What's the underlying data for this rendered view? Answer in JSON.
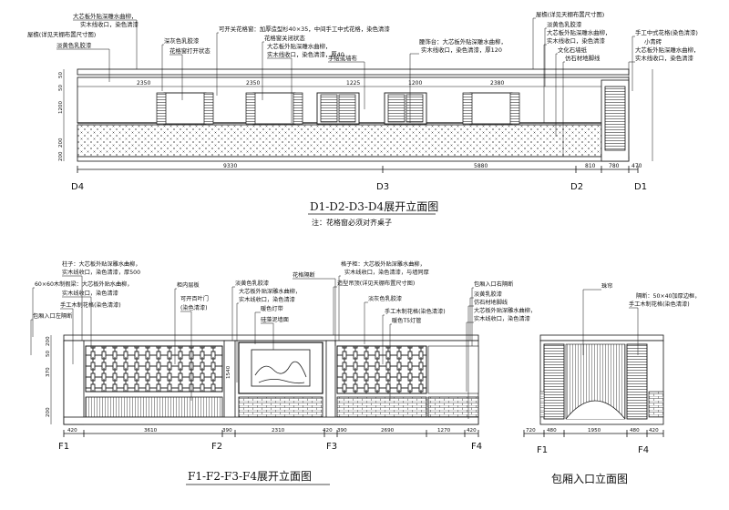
{
  "drawing_top": {
    "title": "D1-D2-D3-D4展开立面图",
    "note": "注：花格窗必须对齐桌子",
    "axis_labels": [
      "D4",
      "D3",
      "D2",
      "D1"
    ],
    "total_dims": [
      "9330",
      "5880",
      "810",
      "780",
      "470"
    ],
    "top_dims": [
      "2350",
      "2350",
      "1225",
      "1200",
      "2380"
    ],
    "side_dims": [
      "50",
      "50",
      "1200",
      "200",
      "200"
    ],
    "annotations": [
      "大芯板外贴深雕水曲柳，",
      "实木线收口，染色清漆",
      "屋檐(详见天棚布置尺寸图)",
      "淡黄色乳胶漆",
      "深灰色乳胶漆",
      "花格窗打开状态",
      "可开关花格窗：加厚造型杉40×35，中间手工中式花格，染色清漆",
      "花格窗关闭状态",
      "大芯板外贴深雕水曲柳，",
      "实木线收口，染色清漆，厚40",
      "手绘或墙布",
      "腰饰台：大芯板外贴深雕水曲柳，",
      "实木线收口，染色清漆，厚120",
      "屋檐(详见天棚布置尺寸图)",
      "淡黄色乳胶漆",
      "大芯板外贴深雕水曲柳，",
      "实木线收口，染色清漆",
      "文化石墙纸",
      "仿石材地脚线",
      "手工中式花格(染色清漆)",
      "小青砖",
      "大芯板外贴深雕水曲柳，",
      "实木线收口，染色清漆"
    ]
  },
  "drawing_bottom_left": {
    "title": "F1-F2-F3-F4展开立面图",
    "axis_labels": [
      "F1",
      "F2",
      "F3",
      "F4"
    ],
    "bottom_dims": [
      "420",
      "3610",
      "390",
      "2310",
      "420",
      "390",
      "2690",
      "1270",
      "420"
    ],
    "side_dims": [
      "200",
      "50",
      "370",
      "1540",
      "200"
    ],
    "annotations": [
      "柱子：大芯板外贴深雕水曲柳，",
      "实木线收口，染色清漆，厚500",
      "60×60木制假梁：大芯板外贴水曲柳，",
      "实木线收口，染色清漆",
      "包厢入口左隔断",
      "手工木制花格(染色清漆)",
      "柜内层板",
      "可开百叶门",
      "(染色清漆)",
      "淡黄色乳胶漆",
      "大芯板外贴深雕水曲柳，",
      "实木线收口，染色清漆",
      "暖色灯带",
      "硅藻泥墙面",
      "花格隔断",
      "格子柜：大芯板外贴深雕水曲柳，",
      "实木线收口，染色清漆，与墙同厚",
      "造型吊顶(详见天棚布置尺寸图)",
      "淡灰色乳胶漆",
      "手工木制花格(染色清漆)",
      "暖色T5灯管"
    ]
  },
  "drawing_bottom_right": {
    "title": "包厢入口立面图",
    "axis_labels": [
      "F1",
      "F4"
    ],
    "bottom_dims": [
      "720",
      "480",
      "1950",
      "480",
      "420"
    ],
    "annotations": [
      "包厢入口右隔断",
      "淡黄乳胶漆",
      "仿石材地脚线",
      "大芯板外贴深雕水曲柳，",
      "实木线收口，染色清漆",
      "珠帘",
      "隔断：50×40加厚边框，",
      "手工木制花格(染色清漆)"
    ]
  }
}
